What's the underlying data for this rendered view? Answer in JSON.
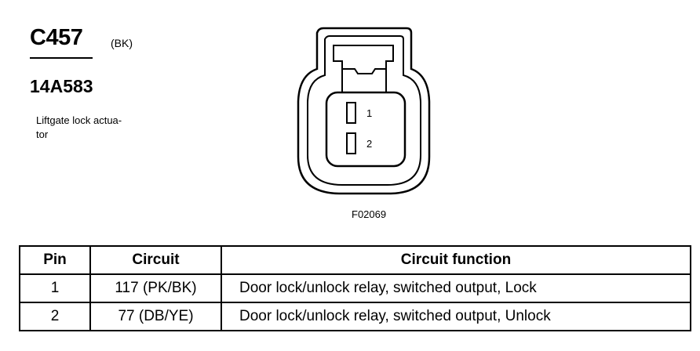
{
  "connector": {
    "id": "C457",
    "color": "(BK)",
    "part_number": "14A583",
    "description_lines": [
      "Liftgate lock actua-",
      "tor"
    ]
  },
  "figure": {
    "code": "F02069",
    "pin_labels": [
      "1",
      "2"
    ]
  },
  "table": {
    "headers": [
      "Pin",
      "Circuit",
      "Circuit function"
    ],
    "rows": [
      {
        "pin": "1",
        "circuit": "117 (PK/BK)",
        "function": "Door lock/unlock relay, switched output, Lock"
      },
      {
        "pin": "2",
        "circuit": "77 (DB/YE)",
        "function": "Door lock/unlock relay, switched output, Unlock"
      }
    ]
  }
}
